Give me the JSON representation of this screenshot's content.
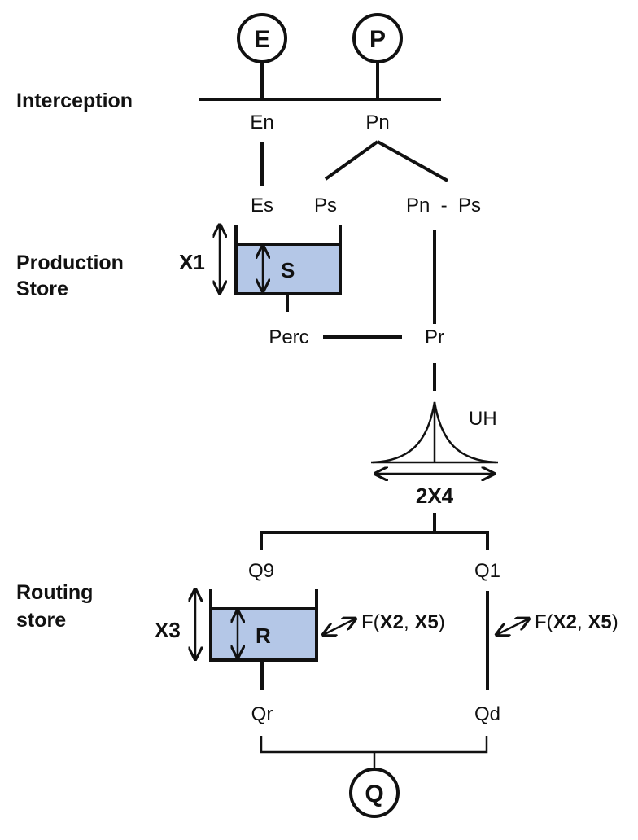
{
  "nodes": {
    "e": "E",
    "p": "P",
    "q": "Q"
  },
  "sections": {
    "interception": "Interception",
    "production_1": "Production",
    "production_2": "Store",
    "routing_1": "Routing",
    "routing_2": "store"
  },
  "labels": {
    "en": "En",
    "pn": "Pn",
    "es": "Es",
    "ps": "Ps",
    "pn_ps": "Pn  -  Ps",
    "perc": "Perc",
    "pr": "Pr",
    "uh": "UH",
    "q9": "Q9",
    "q1": "Q1",
    "qr": "Qr",
    "qd": "Qd"
  },
  "params": {
    "x1": "X1",
    "x3": "X3",
    "two_x4": "2X4",
    "x2": "X2",
    "x5": "X5"
  },
  "stores": {
    "s": "S",
    "r": "R"
  },
  "exchange": {
    "f_open": "F(",
    "comma": ", ",
    "close": ")"
  },
  "colors": {
    "store_fill": "#b4c7e7",
    "stroke": "#111111"
  }
}
